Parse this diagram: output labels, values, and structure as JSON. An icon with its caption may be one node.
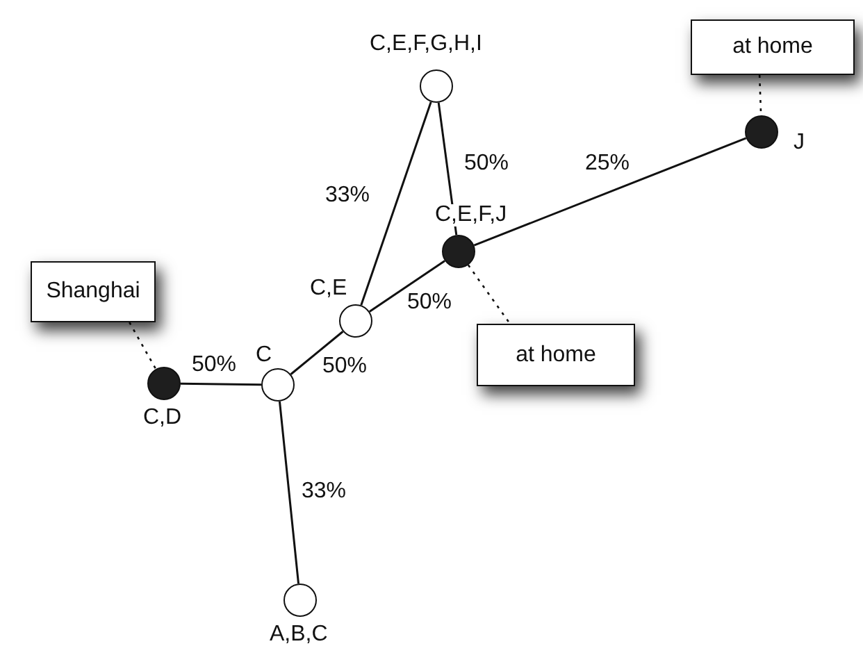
{
  "diagram": {
    "nodes": [
      {
        "text": [
          "Shanghai"
        ]
      },
      {
        "text": [],
        "shape": "dot",
        "beside": [
          "C,D"
        ]
      },
      {
        "text": [],
        "shape": "circle",
        "beside": [
          "C"
        ]
      },
      {
        "text": [],
        "shape": "circle",
        "beside": [
          "C,E"
        ]
      },
      {
        "text": [],
        "shape": "circle",
        "beside": [
          "C,E,F,G,H,I"
        ]
      },
      {
        "text": [],
        "shape": "dot",
        "beside": [
          "C,E,F,J"
        ]
      },
      {
        "text": [],
        "shape": "dot",
        "beside": [
          "J"
        ]
      },
      {
        "text": [
          "at home"
        ]
      },
      {
        "text": [
          "at home"
        ]
      },
      {
        "text": [],
        "shape": "circle",
        "beside": [
          "A,B,C"
        ]
      }
    ],
    "edges": [
      {
        "from": 0,
        "to": 1,
        "arrow": "none",
        "style": "dashed"
      },
      {
        "from": 1,
        "to": 2,
        "arrow": "none",
        "label": "50%"
      },
      {
        "from": 2,
        "to": 3,
        "arrow": "none",
        "label": "50%"
      },
      {
        "from": 3,
        "to": 4,
        "arrow": "none",
        "label": "33%"
      },
      {
        "from": 4,
        "to": 5,
        "arrow": "none",
        "label": "50%"
      },
      {
        "from": 3,
        "to": 5,
        "arrow": "none",
        "label": "50%"
      },
      {
        "from": 5,
        "to": 6,
        "arrow": "none",
        "label": "25%"
      },
      {
        "from": 7,
        "to": 6,
        "arrow": "none",
        "style": "dashed"
      },
      {
        "from": 5,
        "to": 8,
        "arrow": "none",
        "style": "dashed"
      },
      {
        "from": 2,
        "to": 9,
        "arrow": "none",
        "label": "33%"
      }
    ]
  }
}
